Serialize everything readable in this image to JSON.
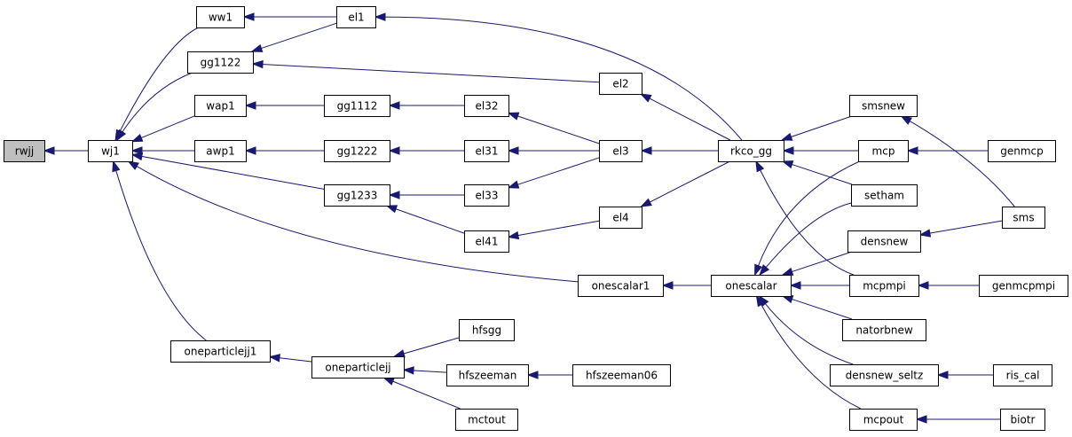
{
  "nodes": [
    {
      "id": "rwjj",
      "label": "rwjj",
      "root": true
    },
    {
      "id": "wj1",
      "label": "wj1"
    },
    {
      "id": "ww1",
      "label": "ww1"
    },
    {
      "id": "gg1122",
      "label": "gg1122"
    },
    {
      "id": "wap1",
      "label": "wap1"
    },
    {
      "id": "awp1",
      "label": "awp1"
    },
    {
      "id": "gg1233",
      "label": "gg1233"
    },
    {
      "id": "oneparticlejj1",
      "label": "oneparticlejj1"
    },
    {
      "id": "el1",
      "label": "el1"
    },
    {
      "id": "gg1112",
      "label": "gg1112"
    },
    {
      "id": "gg1222",
      "label": "gg1222"
    },
    {
      "id": "oneparticlejj",
      "label": "oneparticlejj"
    },
    {
      "id": "el32",
      "label": "el32"
    },
    {
      "id": "el31",
      "label": "el31"
    },
    {
      "id": "el33",
      "label": "el33"
    },
    {
      "id": "el41",
      "label": "el41"
    },
    {
      "id": "hfsgg",
      "label": "hfsgg"
    },
    {
      "id": "hfszeeman",
      "label": "hfszeeman"
    },
    {
      "id": "mctout",
      "label": "mctout"
    },
    {
      "id": "el2",
      "label": "el2"
    },
    {
      "id": "el3",
      "label": "el3"
    },
    {
      "id": "el4",
      "label": "el4"
    },
    {
      "id": "onescalar1",
      "label": "onescalar1"
    },
    {
      "id": "hfszeeman06",
      "label": "hfszeeman06"
    },
    {
      "id": "rkco_gg",
      "label": "rkco_gg"
    },
    {
      "id": "onescalar",
      "label": "onescalar"
    },
    {
      "id": "smsnew",
      "label": "smsnew"
    },
    {
      "id": "mcp",
      "label": "mcp"
    },
    {
      "id": "setham",
      "label": "setham"
    },
    {
      "id": "densnew",
      "label": "densnew"
    },
    {
      "id": "mcpmpi",
      "label": "mcpmpi"
    },
    {
      "id": "natorbnew",
      "label": "natorbnew"
    },
    {
      "id": "densnew_seltz",
      "label": "densnew_seltz"
    },
    {
      "id": "mcpout",
      "label": "mcpout"
    },
    {
      "id": "genmcp",
      "label": "genmcp"
    },
    {
      "id": "sms",
      "label": "sms"
    },
    {
      "id": "genmcpmpi",
      "label": "genmcpmpi"
    },
    {
      "id": "ris_cal",
      "label": "ris_cal"
    },
    {
      "id": "biotr",
      "label": "biotr"
    }
  ],
  "edges": [
    {
      "from": "wj1",
      "to": "rwjj"
    },
    {
      "from": "ww1",
      "to": "wj1"
    },
    {
      "from": "gg1122",
      "to": "wj1"
    },
    {
      "from": "wap1",
      "to": "wj1"
    },
    {
      "from": "awp1",
      "to": "wj1"
    },
    {
      "from": "gg1233",
      "to": "wj1"
    },
    {
      "from": "oneparticlejj1",
      "to": "wj1"
    },
    {
      "from": "onescalar1",
      "to": "wj1"
    },
    {
      "from": "el1",
      "to": "ww1"
    },
    {
      "from": "el1",
      "to": "gg1122"
    },
    {
      "from": "el2",
      "to": "gg1122"
    },
    {
      "from": "gg1112",
      "to": "wap1"
    },
    {
      "from": "gg1222",
      "to": "awp1"
    },
    {
      "from": "el33",
      "to": "gg1233"
    },
    {
      "from": "el41",
      "to": "gg1233"
    },
    {
      "from": "oneparticlejj",
      "to": "oneparticlejj1"
    },
    {
      "from": "el32",
      "to": "gg1112"
    },
    {
      "from": "el31",
      "to": "gg1222"
    },
    {
      "from": "hfsgg",
      "to": "oneparticlejj"
    },
    {
      "from": "hfszeeman",
      "to": "oneparticlejj"
    },
    {
      "from": "mctout",
      "to": "oneparticlejj"
    },
    {
      "from": "el3",
      "to": "el32"
    },
    {
      "from": "el3",
      "to": "el31"
    },
    {
      "from": "el3",
      "to": "el33"
    },
    {
      "from": "el4",
      "to": "el41"
    },
    {
      "from": "hfszeeman06",
      "to": "hfszeeman"
    },
    {
      "from": "rkco_gg",
      "to": "el1"
    },
    {
      "from": "rkco_gg",
      "to": "el2"
    },
    {
      "from": "rkco_gg",
      "to": "el3"
    },
    {
      "from": "rkco_gg",
      "to": "el4"
    },
    {
      "from": "onescalar",
      "to": "onescalar1"
    },
    {
      "from": "smsnew",
      "to": "rkco_gg"
    },
    {
      "from": "mcp",
      "to": "rkco_gg"
    },
    {
      "from": "setham",
      "to": "rkco_gg"
    },
    {
      "from": "mcpmpi",
      "to": "rkco_gg"
    },
    {
      "from": "mcp",
      "to": "onescalar"
    },
    {
      "from": "setham",
      "to": "onescalar"
    },
    {
      "from": "densnew",
      "to": "onescalar"
    },
    {
      "from": "mcpmpi",
      "to": "onescalar"
    },
    {
      "from": "natorbnew",
      "to": "onescalar"
    },
    {
      "from": "densnew_seltz",
      "to": "onescalar"
    },
    {
      "from": "mcpout",
      "to": "onescalar"
    },
    {
      "from": "genmcp",
      "to": "mcp"
    },
    {
      "from": "sms",
      "to": "smsnew"
    },
    {
      "from": "sms",
      "to": "densnew"
    },
    {
      "from": "genmcpmpi",
      "to": "mcpmpi"
    },
    {
      "from": "ris_cal",
      "to": "densnew_seltz"
    },
    {
      "from": "biotr",
      "to": "mcpout"
    }
  ],
  "colors": {
    "edge": "#191970",
    "root_fill": "#bfbfbf",
    "node_fill": "#ffffff",
    "node_border": "#000000"
  }
}
